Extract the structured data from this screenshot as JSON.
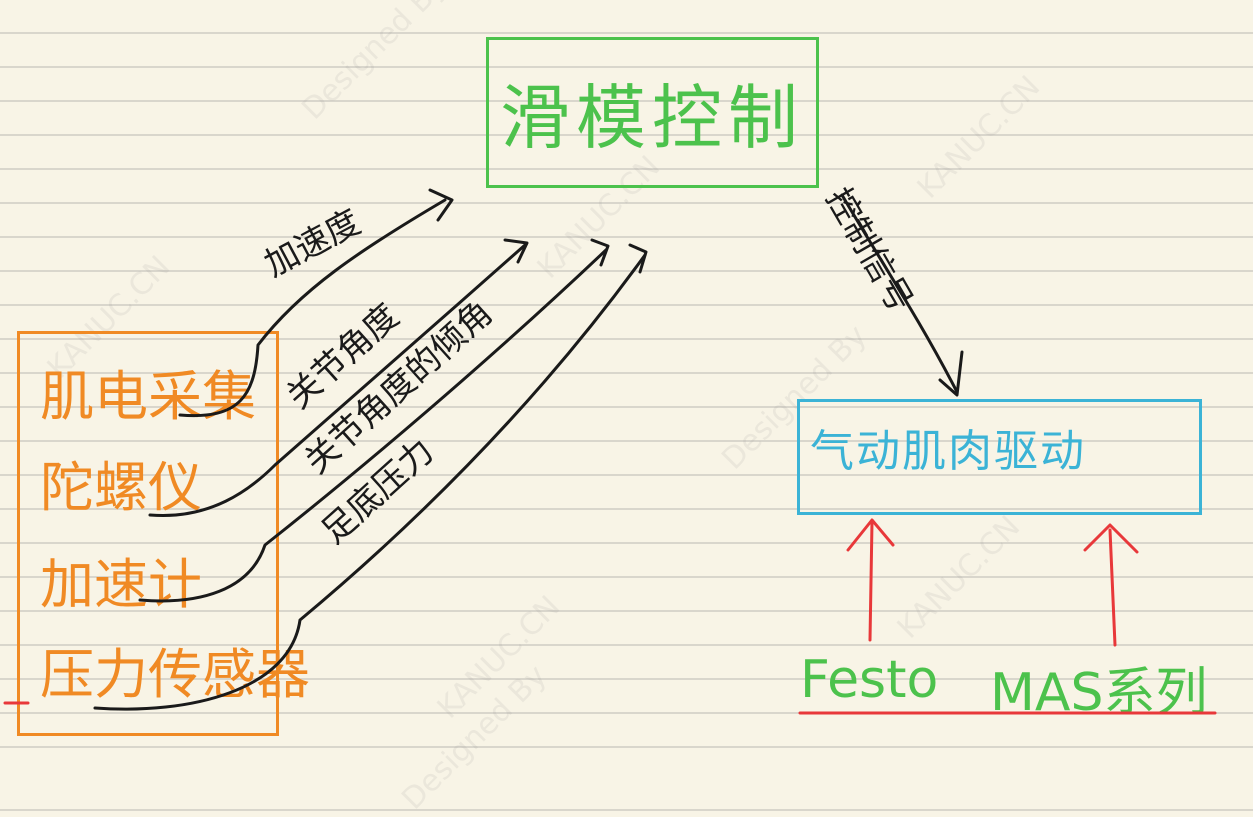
{
  "control": {
    "title": "滑模控制"
  },
  "sensors": {
    "items": [
      {
        "label": "肌电采集"
      },
      {
        "label": "陀螺仪"
      },
      {
        "label": "加速计"
      },
      {
        "label": "压力传感器"
      }
    ]
  },
  "arrow_labels": {
    "accel": "加速度",
    "joint_angle": "关节角度",
    "joint_tilt": "关节角度的倾角",
    "foot_pressure": "足底压力",
    "control_signal": "控制信号"
  },
  "actuator": {
    "title": "气动肌肉驱动"
  },
  "hardware": {
    "festo": "Festo",
    "mas": "MAS系列"
  },
  "watermark": {
    "brand": "KANUC.CN",
    "designed": "Designed By"
  },
  "colors": {
    "control_box": "#4cc24c",
    "sensor_box": "#f08a24",
    "actuator_box": "#3bb3d6",
    "arrows": "#1a1a1a",
    "hardware_arrows": "#e8383a"
  }
}
